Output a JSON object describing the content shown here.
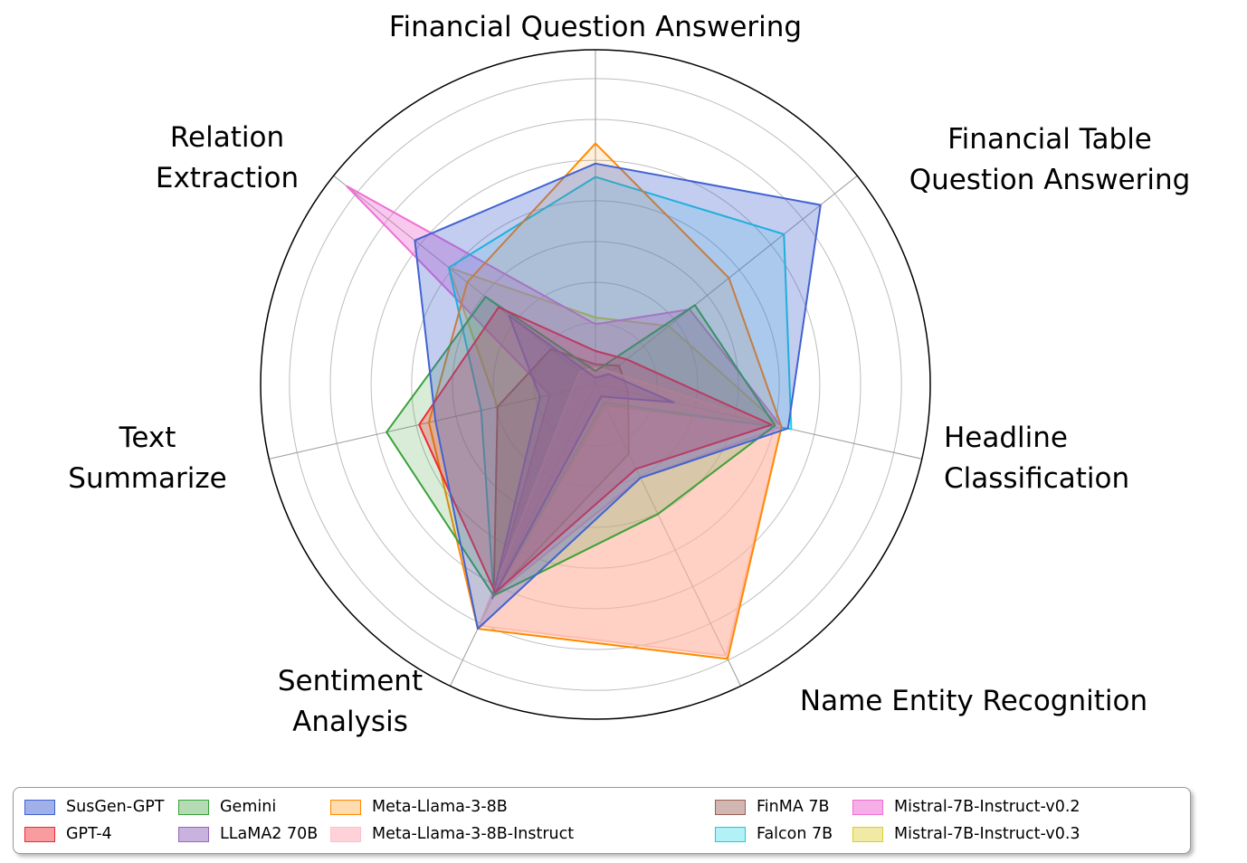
{
  "chart_data": {
    "type": "radar",
    "title": "",
    "axis_count": 7,
    "axes": [
      {
        "label": "Financial Question Answering",
        "lines": [
          "Financial Question Answering"
        ]
      },
      {
        "label": "Financial Table Question Answering",
        "lines": [
          "Financial Table",
          "Question Answering"
        ]
      },
      {
        "label": "Headline Classification",
        "lines": [
          "Headline",
          "Classification"
        ]
      },
      {
        "label": "Name Entity Recognition",
        "lines": [
          "Name Entity Recognition"
        ]
      },
      {
        "label": "Sentiment Analysis",
        "lines": [
          "Sentiment",
          "Analysis"
        ]
      },
      {
        "label": "Text Summarize",
        "lines": [
          "Text",
          "Summarize"
        ]
      },
      {
        "label": "Relation Extraction",
        "lines": [
          "Relation",
          "Extraction"
        ]
      }
    ],
    "scale": {
      "min": 0,
      "max": 1.0,
      "inner_gridlines": 8,
      "tick_labels_visible": false,
      "grid": true
    },
    "legend_position": "bottom",
    "series": [
      {
        "name": "SusGen-GPT",
        "color": "#4262D1",
        "fill_opacity": 0.32,
        "values": [
          0.66,
          0.86,
          0.59,
          0.31,
          0.81,
          0.49,
          0.69
        ]
      },
      {
        "name": "GPT-4",
        "color": "#F02830",
        "fill_opacity": 0.28,
        "values": [
          0.1,
          0.12,
          0.54,
          0.28,
          0.69,
          0.54,
          0.37
        ]
      },
      {
        "name": "Gemini",
        "color": "#3BA13B",
        "fill_opacity": 0.2,
        "values": [
          0.04,
          0.38,
          0.55,
          0.43,
          0.7,
          0.64,
          0.42
        ]
      },
      {
        "name": "LLaMA2 70B",
        "color": "#9467BD",
        "fill_opacity": 0.32,
        "values": [
          0.02,
          0.05,
          0.24,
          0.04,
          0.71,
          0.17,
          0.33
        ]
      },
      {
        "name": "Meta-Llama-3-8B",
        "color": "#FF8A00",
        "fill_opacity": 0.13,
        "values": [
          0.72,
          0.51,
          0.57,
          0.91,
          0.81,
          0.51,
          0.49
        ]
      },
      {
        "name": "Meta-Llama-3-8B-Instruct",
        "color": "#FFC0CB",
        "fill_opacity": 0.55,
        "values": [
          0.05,
          0.06,
          0.57,
          0.9,
          0.8,
          0.07,
          0.06
        ]
      },
      {
        "name": "FinMA 7B",
        "color": "#9A6055",
        "fill_opacity": 0.28,
        "values": [
          0.06,
          0.09,
          0.1,
          0.23,
          0.7,
          0.3,
          0.17
        ]
      },
      {
        "name": "Falcon 7B",
        "color": "#0FD3E0",
        "fill_opacity": 0.14,
        "values": [
          0.62,
          0.72,
          0.6,
          0.06,
          0.7,
          0.35,
          0.56
        ]
      },
      {
        "name": "Mistral-7B-Instruct-v0.2",
        "color": "#EF6FD4",
        "fill_opacity": 0.38,
        "values": [
          0.18,
          0.36,
          0.57,
          0.31,
          0.7,
          0.14,
          0.95
        ]
      },
      {
        "name": "Mistral-7B-Instruct-v0.3",
        "color": "#DCCD2A",
        "fill_opacity": 0.24,
        "values": [
          0.2,
          0.28,
          0.57,
          0.07,
          0.7,
          0.3,
          0.56
        ]
      }
    ]
  },
  "legend": {
    "entries": [
      "SusGen-GPT",
      "GPT-4",
      "Gemini",
      "LLaMA2 70B",
      "Meta-Llama-3-8B",
      "Meta-Llama-3-8B-Instruct",
      "FinMA 7B",
      "Falcon 7B",
      "Mistral-7B-Instruct-v0.2",
      "Mistral-7B-Instruct-v0.3"
    ]
  }
}
